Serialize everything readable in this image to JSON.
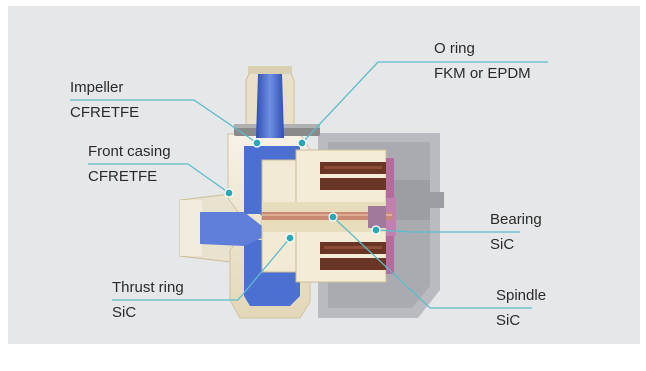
{
  "colors": {
    "background": "#e6e7e9",
    "leader_line": "#5bbccb",
    "leader_dot": "#2aa8b8",
    "fluid_blue": "#3f63c9",
    "motor_brown": "#6b3526",
    "casing_beige": "#efe6cf",
    "motor_grey": "#b6b8bd"
  },
  "labels": [
    {
      "id": "impeller",
      "name": "Impeller",
      "material": "CFRETFE"
    },
    {
      "id": "front_casing",
      "name": "Front casing",
      "material": "CFRETFE"
    },
    {
      "id": "o_ring",
      "name": "O ring",
      "material": "FKM or EPDM"
    },
    {
      "id": "bearing",
      "name": "Bearing",
      "material": "SiC"
    },
    {
      "id": "thrust_ring",
      "name": "Thrust ring",
      "material": "SiC"
    },
    {
      "id": "spindle",
      "name": "Spindle",
      "material": "SiC"
    }
  ]
}
